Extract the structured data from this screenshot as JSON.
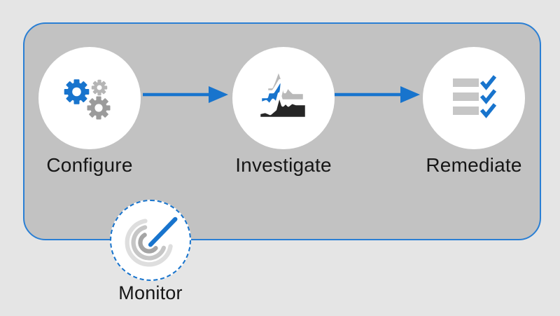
{
  "colors": {
    "background": "#e5e5e5",
    "panel": "#c2c2c2",
    "panel_border": "#2a7fd4",
    "accent": "#1874cd",
    "icon_gray_light": "#b5b5b5",
    "icon_gray_dark": "#9b9b9b",
    "icon_black": "#262626",
    "bar_gray": "#c6c6c6",
    "chart_gray": "#b9b9b9",
    "radar_arc_light": "#dedede",
    "radar_arc_mid": "#c6c6c6",
    "radar_arc_dark": "#a5a5a5",
    "text": "#161616"
  },
  "steps": [
    {
      "id": "configure",
      "label": "Configure",
      "icon": "gears-icon"
    },
    {
      "id": "investigate",
      "label": "Investigate",
      "icon": "area-chart-icon"
    },
    {
      "id": "remediate",
      "label": "Remediate",
      "icon": "checklist-icon"
    }
  ],
  "connections": [
    {
      "from": "Configure",
      "to": "Investigate"
    },
    {
      "from": "Investigate",
      "to": "Remediate"
    }
  ],
  "monitor": {
    "label": "Monitor",
    "icon": "radar-target-icon"
  }
}
